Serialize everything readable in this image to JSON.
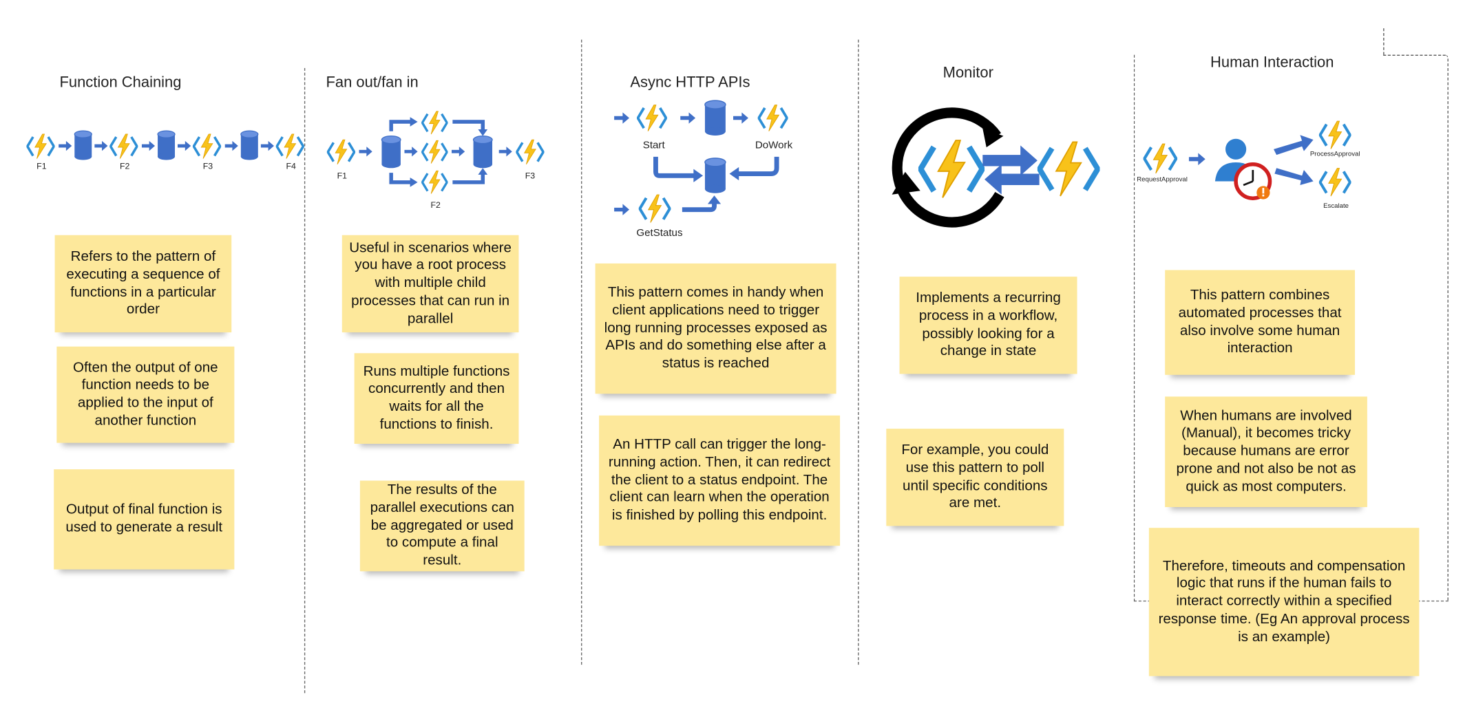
{
  "columns": [
    {
      "title": "Function Chaining",
      "labels": [
        "F1",
        "F2",
        "F3",
        "F4"
      ],
      "notes": [
        "Refers to the pattern of executing a sequence of functions in a particular order",
        "Often the output of one function needs to be applied to the input of another function",
        "Output of final function is used to generate a result"
      ]
    },
    {
      "title": "Fan out/fan in",
      "labels": [
        "F1",
        "F2",
        "F3"
      ],
      "notes": [
        "Useful in scenarios where you have a root process with multiple child processes that can run in parallel",
        "Runs multiple functions concurrently and then waits for all the functions to finish.",
        "The results of the parallel executions can be aggregated or used to compute a final result."
      ]
    },
    {
      "title": "Async HTTP APIs",
      "labels": [
        "Start",
        "DoWork",
        "GetStatus"
      ],
      "notes": [
        "This pattern comes in handy when client applications need to trigger long running processes exposed as APIs and do something else after a status is reached",
        "An HTTP call can trigger the long-running action. Then, it can redirect the client to a status endpoint. The client can learn when the operation is finished by polling this endpoint."
      ]
    },
    {
      "title": "Monitor",
      "notes": [
        "Implements a recurring process in a workflow, possibly looking for a change in state",
        "For example, you could use this pattern to poll until specific conditions are met."
      ]
    },
    {
      "title": "Human Interaction",
      "labels": [
        "RequestApproval",
        "ProcessApproval",
        "Escalate"
      ],
      "notes": [
        "This pattern combines automated processes that also involve some human interaction",
        "When humans are involved (Manual), it becomes tricky because humans are error prone and  not  also be not as quick as most computers.",
        "Therefore, timeouts and compensation logic that runs if the human fails to interact correctly within a specified response time. (Eg An approval process is an example)"
      ]
    }
  ],
  "colors": {
    "note": "#fde89b",
    "bolt": "#f8c21a",
    "bracket": "#2d8fd6",
    "blue": "#3f6fc7",
    "ring": "#000000"
  },
  "icons": [
    "function-icon",
    "database-icon",
    "arrow-icon",
    "refresh-icon",
    "user-icon",
    "clock-icon",
    "alert-icon"
  ]
}
